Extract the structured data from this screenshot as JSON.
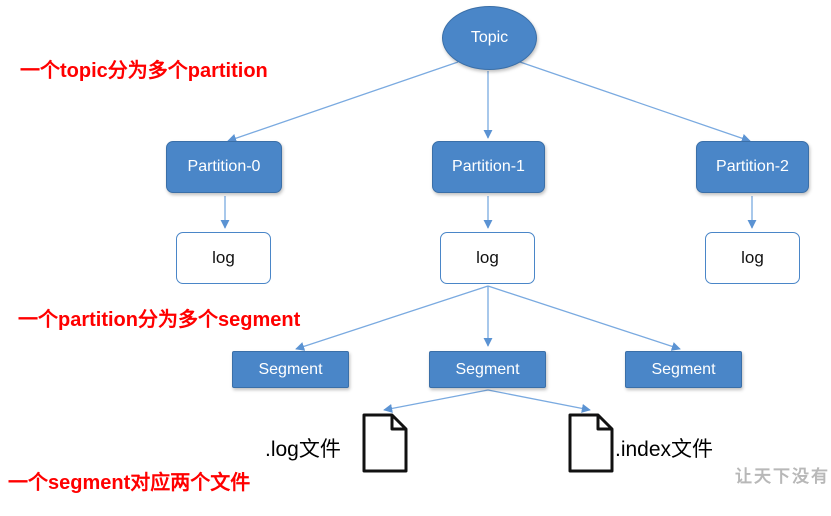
{
  "topic": "Topic",
  "partitions": [
    "Partition-0",
    "Partition-1",
    "Partition-2"
  ],
  "log_label": "log",
  "segment_label": "Segment",
  "notes": {
    "topic_note": "一个topic分为多个partition",
    "partition_note": "一个partition分为多个segment",
    "segment_note": "一个segment对应两个文件"
  },
  "files": {
    "log_file": ".log文件",
    "index_file": ".index文件"
  },
  "watermark": "让天下没有"
}
